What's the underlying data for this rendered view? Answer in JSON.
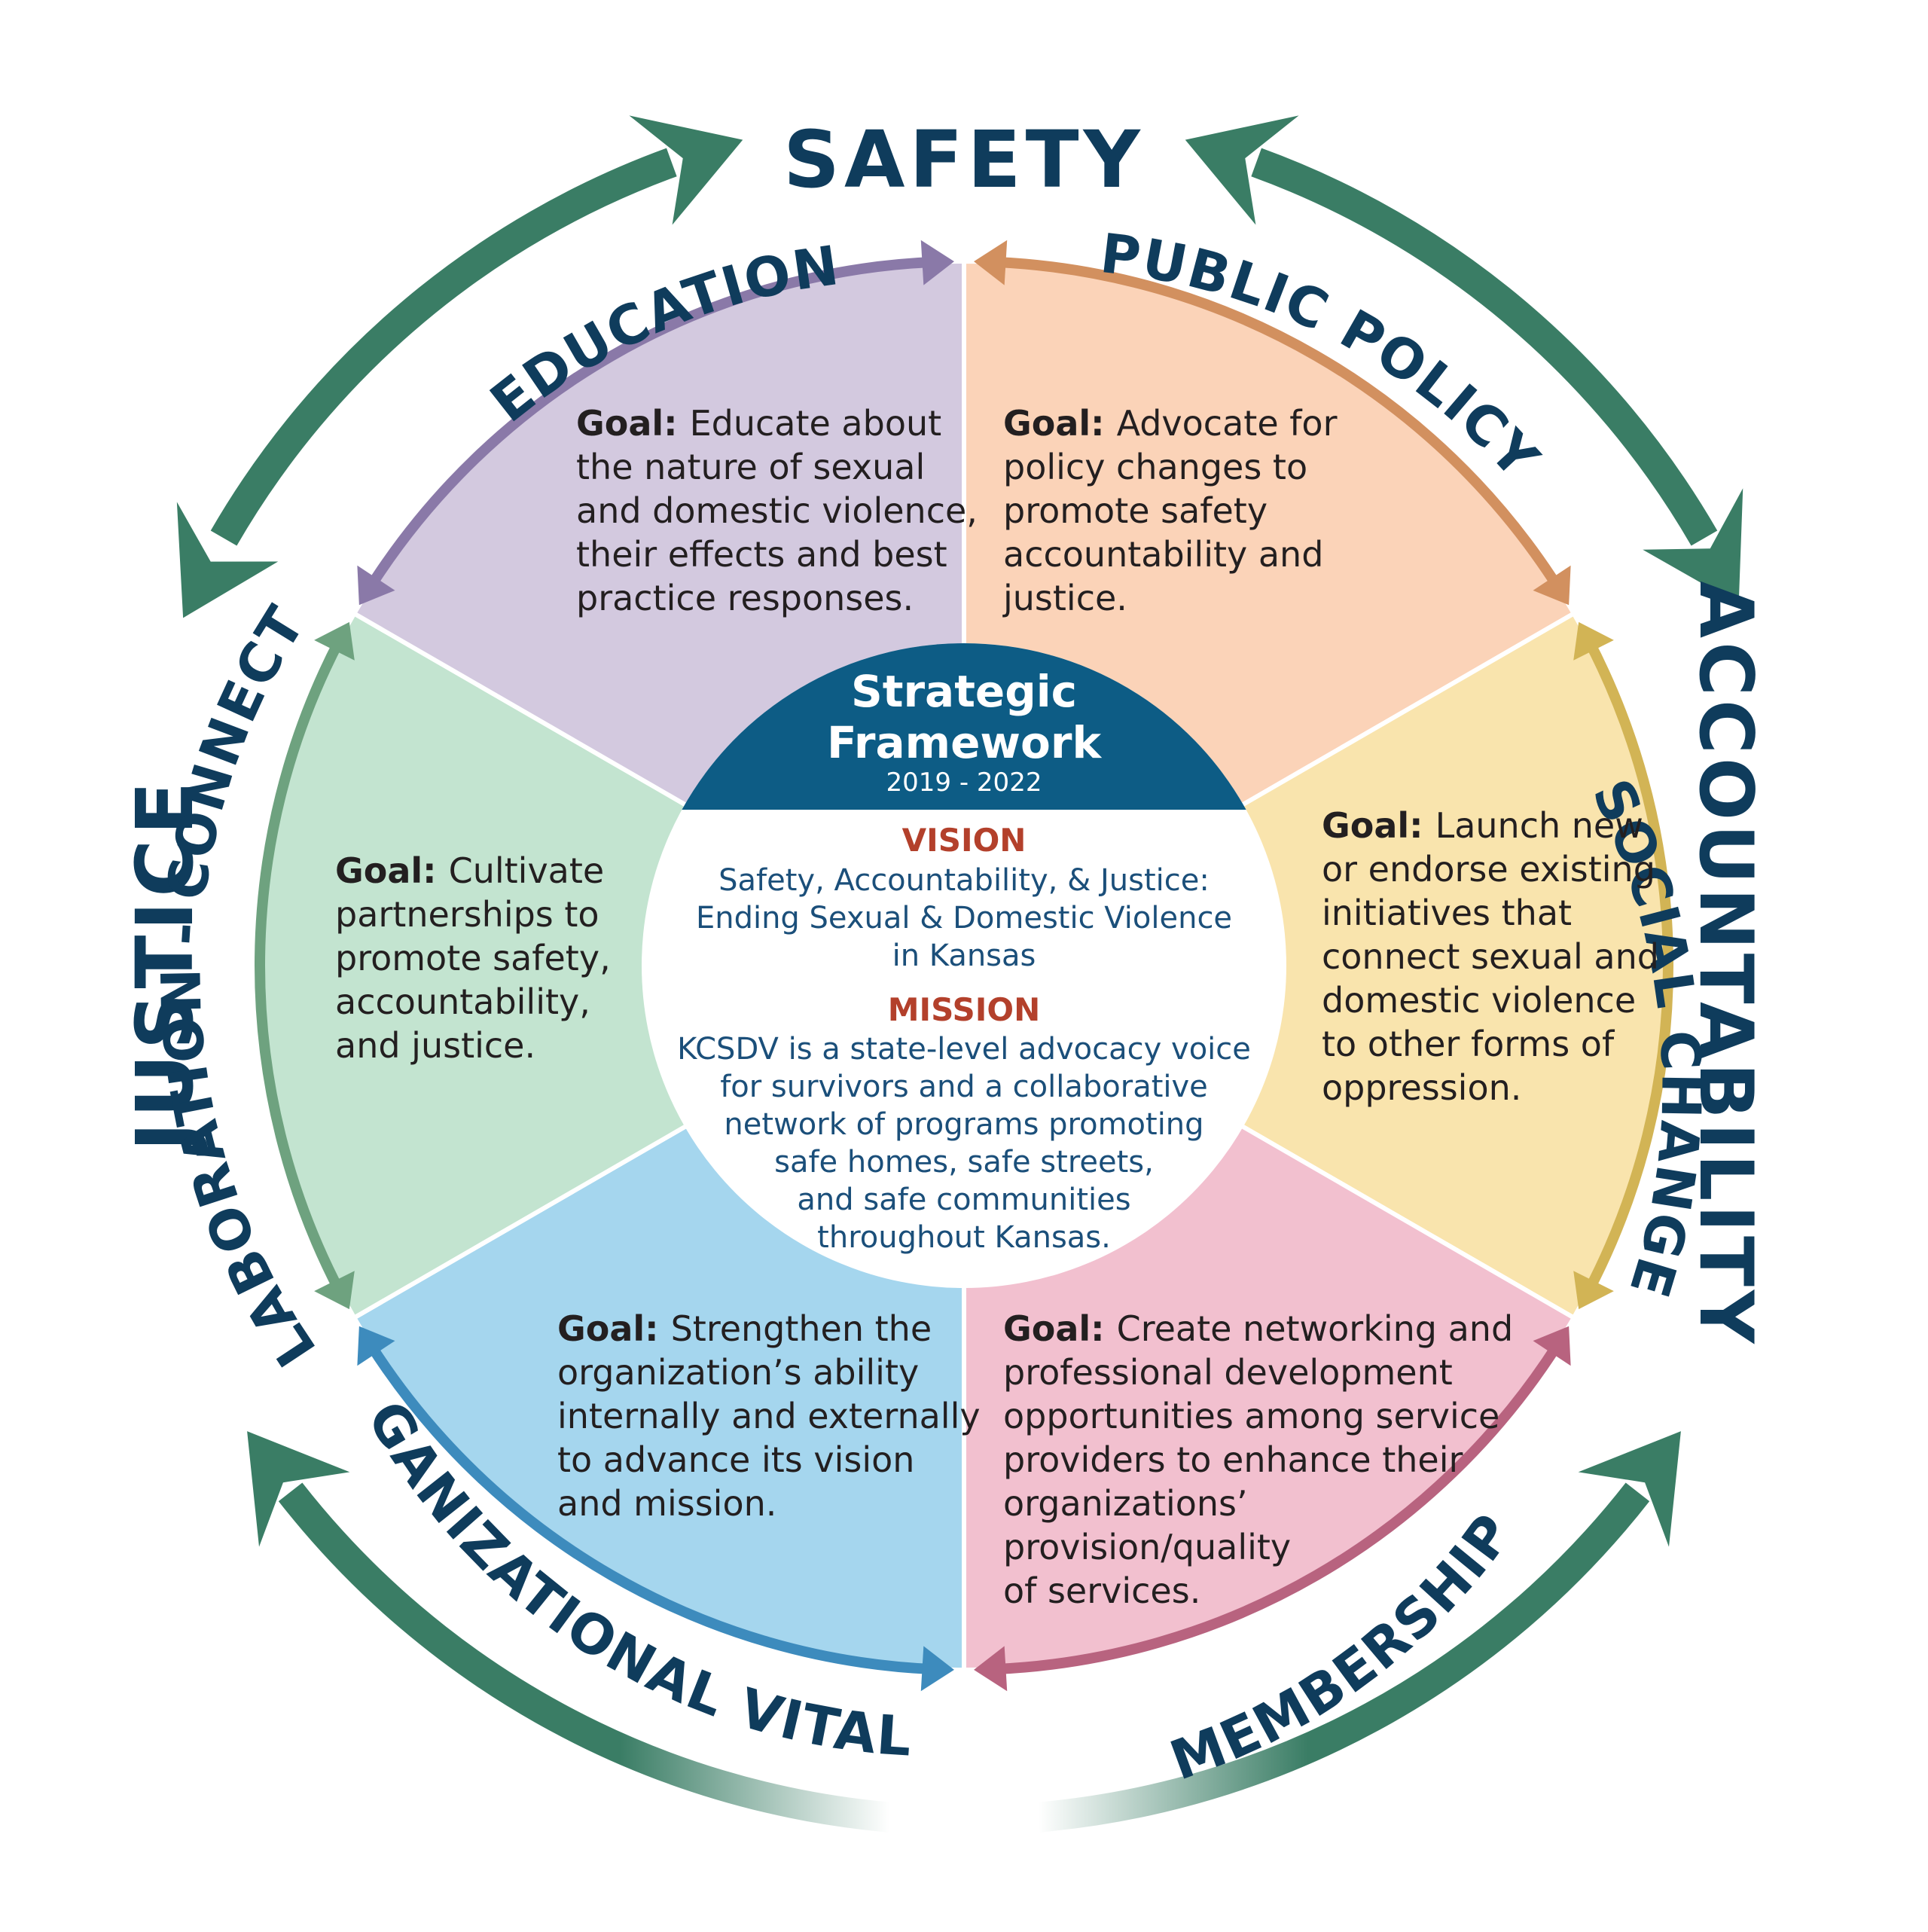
{
  "outer": {
    "safety": "SAFETY",
    "accountability": "ACCOUNTABILITY",
    "justice": "JUSTICE",
    "arrow_color": "#3a7d65"
  },
  "ring": {
    "education": "EDUCATION",
    "public_policy": "PUBLIC POLICY",
    "social_change": "SOCIAL CHANGE",
    "membership": "MEMBERSHIP",
    "organizational_vitality": "ORGANIZATIONAL VITALITY",
    "collaboration": "COLLABORATION - CONNECTING"
  },
  "segments": {
    "education": {
      "color": "#d3c9df",
      "arc_color": "#8a79a8",
      "goal_label": "Goal:",
      "lines": [
        "Educate about",
        "the nature of sexual",
        "and domestic violence,",
        "their effects and best",
        "practice responses."
      ]
    },
    "public_policy": {
      "color": "#fbd3b8",
      "arc_color": "#d2905f",
      "goal_label": "Goal:",
      "lines": [
        "Advocate for",
        "policy changes to",
        "promote safety",
        "accountability and",
        "justice."
      ]
    },
    "social_change": {
      "color": "#f9e4ad",
      "arc_color": "#d2b455",
      "goal_label": "Goal:",
      "lines": [
        "Launch new",
        "or endorse existing",
        "initiatives that",
        "connect sexual and",
        "domestic violence",
        "to other forms of",
        "oppression."
      ]
    },
    "membership": {
      "color": "#f2c0cf",
      "arc_color": "#b8637f",
      "goal_label": "Goal:",
      "lines": [
        "Create networking and",
        "professional development",
        "opportunities among service",
        "providers to enhance their",
        "organizations’",
        "provision/quality",
        "of services."
      ]
    },
    "organizational_vitality": {
      "color": "#a5d6ee",
      "arc_color": "#3d8bbd",
      "goal_label": "Goal:",
      "lines": [
        "Strengthen the",
        "organization’s ability",
        "internally and externally",
        "to advance its vision",
        "and mission."
      ]
    },
    "collaboration": {
      "color": "#c3e4d0",
      "arc_color": "#6ea27f",
      "goal_label": "Goal:",
      "lines": [
        "Cultivate",
        "partnerships to",
        "promote safety,",
        "accountability,",
        "and justice."
      ]
    }
  },
  "center": {
    "title_line1": "Strategic",
    "title_line2": "Framework",
    "years": "2019 - 2022",
    "header_color": "#0d5c85",
    "vision_heading": "VISION",
    "vision_lines": [
      "Safety, Accountability, & Justice:",
      "Ending Sexual & Domestic Violence",
      "in Kansas"
    ],
    "mission_heading": "MISSION",
    "mission_lines": [
      "KCSDV is a state-level advocacy voice",
      "for survivors and a collaborative",
      "network of programs promoting",
      "safe homes, safe streets,",
      "and safe communities",
      "throughout Kansas."
    ]
  }
}
